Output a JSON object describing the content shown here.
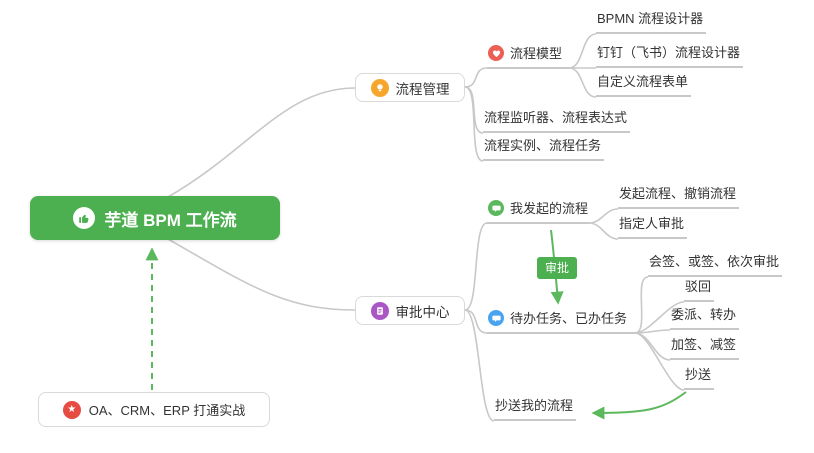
{
  "colors": {
    "root_bg": "#4caf50",
    "connector_gray": "#c8c8c8",
    "arrow_green": "#5cb85c",
    "badge_bg": "#4caf50",
    "icon_orange": "#f7a62c",
    "icon_purple": "#ab56c5",
    "icon_red": "#ec5f56",
    "icon_green": "#5cb85c",
    "icon_blue": "#4aa3f0",
    "icon_star_red": "#e64c41"
  },
  "root": {
    "label": "芋道 BPM 工作流",
    "icon": "thumbs-up-icon"
  },
  "practice_note": {
    "label": "OA、CRM、ERP 打通实战",
    "icon": "star-icon"
  },
  "approval_badge": {
    "label": "审批"
  },
  "process_mgmt": {
    "label": "流程管理",
    "icon": "lightbulb-icon",
    "children": {
      "model": {
        "label": "流程模型",
        "icon": "heart-icon",
        "children": {
          "bpmn_designer": {
            "label": "BPMN 流程设计器"
          },
          "dingtalk_designer": {
            "label": "钉钉（飞书）流程设计器"
          },
          "custom_form": {
            "label": "自定义流程表单"
          }
        }
      },
      "listener_expression": {
        "label": "流程监听器、流程表达式"
      },
      "instance_task": {
        "label": "流程实例、流程任务"
      }
    }
  },
  "approval_center": {
    "label": "审批中心",
    "icon": "document-icon",
    "children": {
      "my_initiated": {
        "label": "我发起的流程",
        "icon": "speech-bubble-icon",
        "children": {
          "initiate_cancel": {
            "label": "发起流程、撤销流程"
          },
          "assigned_approver": {
            "label": "指定人审批"
          }
        }
      },
      "todo_done": {
        "label": "待办任务、已办任务",
        "icon": "speech-bubble-icon",
        "children": {
          "countersign": {
            "label": "会签、或签、依次审批"
          },
          "reject": {
            "label": "驳回"
          },
          "delegate_transfer": {
            "label": "委派、转办"
          },
          "add_reduce_sign": {
            "label": "加签、减签"
          },
          "cc": {
            "label": "抄送"
          }
        }
      },
      "cc_my_process": {
        "label": "抄送我的流程"
      }
    }
  }
}
